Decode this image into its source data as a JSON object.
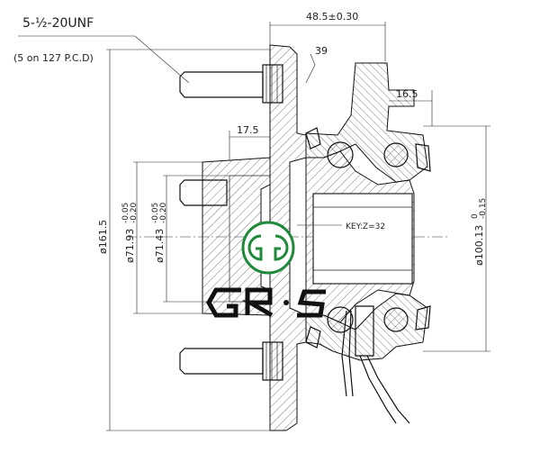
{
  "thread_spec": "5-½-20UNF",
  "pcd_note": "(5 on 127 P.C.D)",
  "dim_width": "48.5±0.30",
  "dim_angle": "39",
  "dim_16_5": "16.5",
  "dim_17_5": "17.5",
  "key_label": "KEY:Z=32",
  "dia_161_5": "ø161.5",
  "dia_71_93": "ø71.93",
  "dia_71_93_tol_hi": "-0.05",
  "dia_71_93_tol_lo": "-0.20",
  "dia_71_43": "ø71.43",
  "dia_71_43_tol_hi": "-0.05",
  "dia_71_43_tol_lo": "-0.20",
  "dia_100_13": "ø100.13",
  "dia_100_13_tol_hi": "0",
  "dia_100_13_tol_lo": "-0.15",
  "logo_text": "GRS",
  "colors": {
    "logo_green": "#1e8a3a",
    "line": "#111111"
  }
}
